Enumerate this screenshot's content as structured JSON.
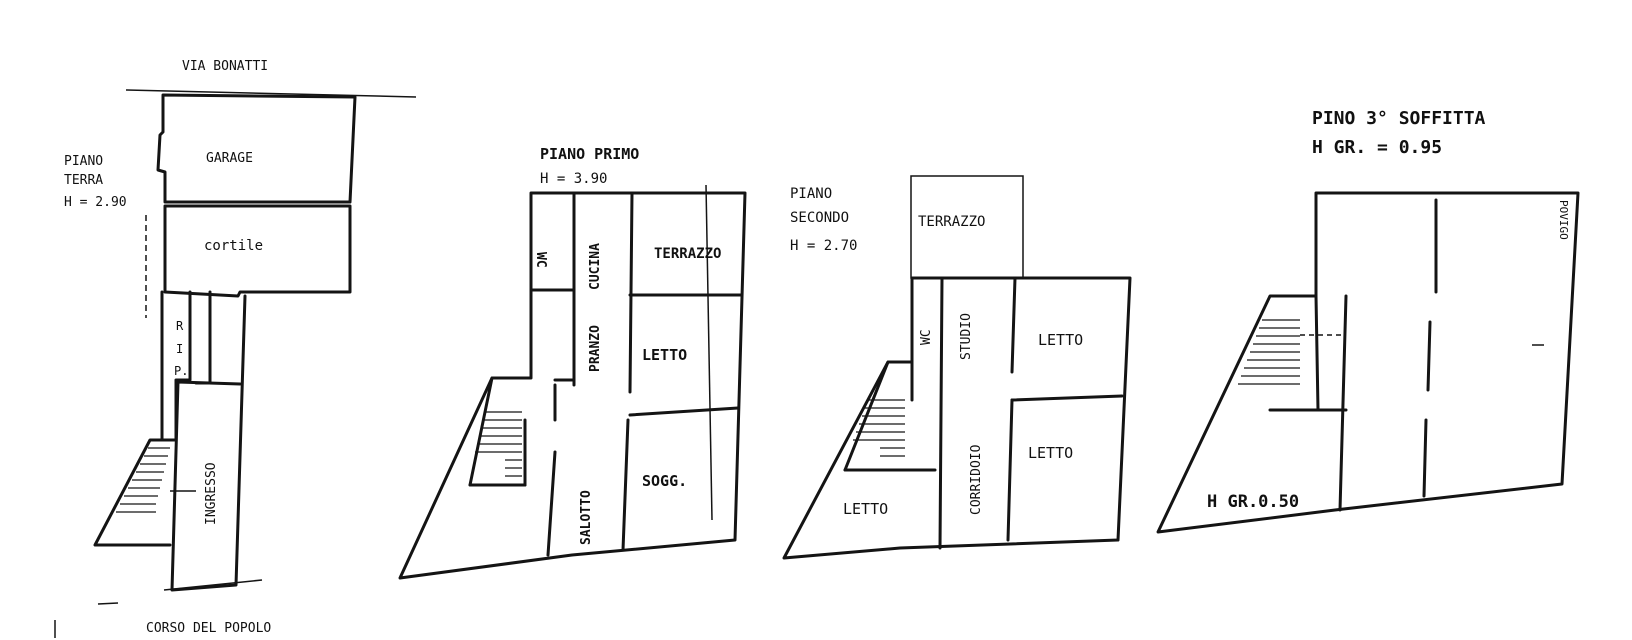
{
  "streets": {
    "top": "VIA BONATTI",
    "bottom": "CORSO DEL POPOLO"
  },
  "ground_floor": {
    "title_line1": "PIANO",
    "title_line2": "TERRA",
    "height": "H = 2.90",
    "rooms": {
      "garage": "GARAGE",
      "cortile": "cortile",
      "rip": [
        "R",
        "I",
        "P."
      ],
      "ingresso": "INGRESSO"
    }
  },
  "first_floor": {
    "title": "PIANO PRIMO",
    "height": "H = 3.90",
    "rooms": {
      "wc": "WC",
      "cucina": "CUCINA",
      "terrazzo": "TERRAZZO",
      "pranzo": "PRANZO",
      "letto": "LETTO",
      "salotto": "SALOTTO",
      "sogg": "SOGG."
    }
  },
  "second_floor": {
    "title_line1": "PIANO",
    "title_line2": "SECONDO",
    "height": "H = 2.70",
    "rooms": {
      "terrazzo": "TERRAZZO",
      "wc": "WC",
      "studio": "STUDIO",
      "letto_1": "LETTO",
      "corridoio": "CORRIDOIO",
      "letto_2": "LETTO",
      "letto_3": "LETTO"
    }
  },
  "third_floor": {
    "title": "PINO 3° SOFFITTA",
    "height": "H GR. = 0.95",
    "low_height": "H GR.0.50",
    "side_note": "POVIGO"
  }
}
